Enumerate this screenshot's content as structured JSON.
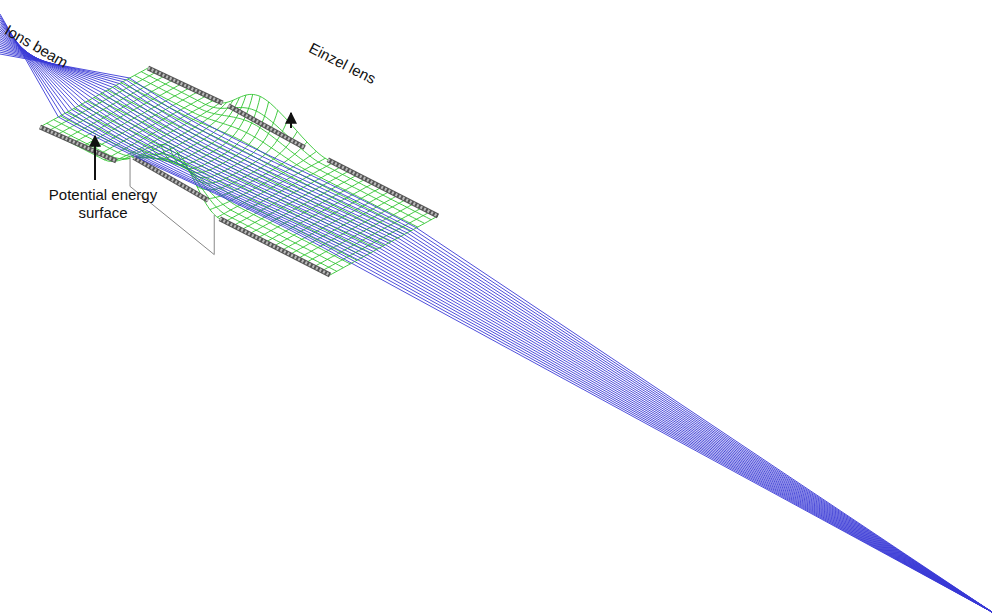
{
  "diagram": {
    "labels": [
      "Ions beam",
      "Einzel lens",
      "Potential energy surface"
    ]
  }
}
